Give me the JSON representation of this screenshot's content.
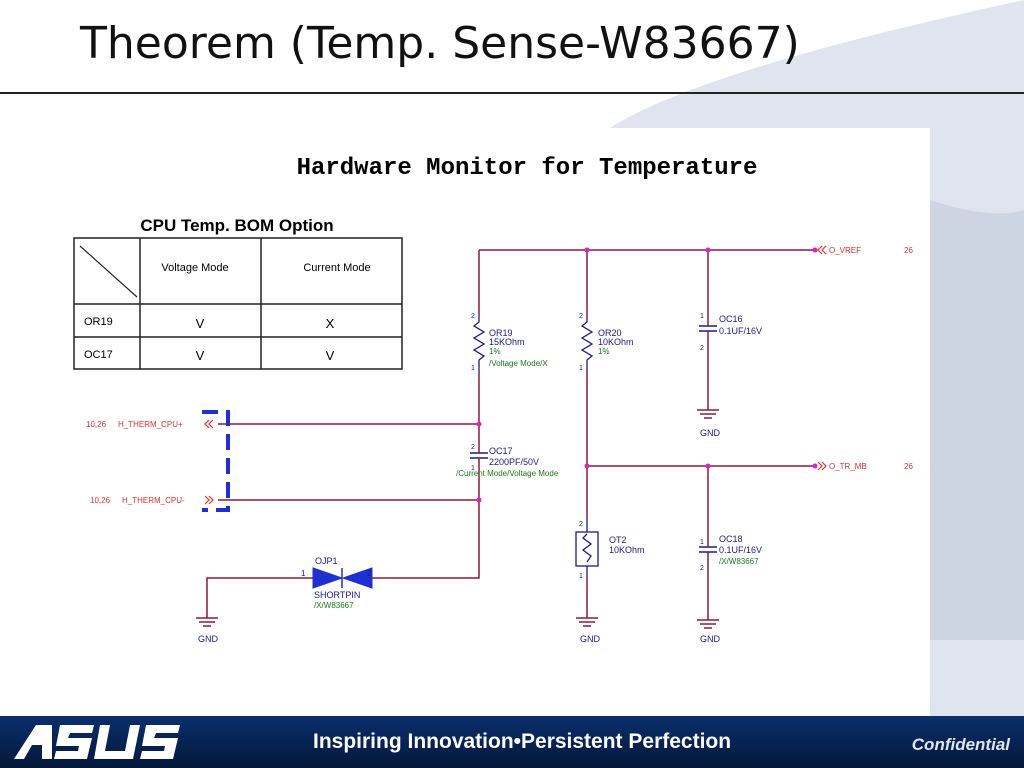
{
  "slide": {
    "title": "Theorem (Temp. Sense-W83667)"
  },
  "diagram": {
    "heading": "Hardware Monitor for Temperature",
    "bom_table": {
      "caption": "CPU Temp. BOM Option",
      "columns": [
        "Voltage Mode",
        "Current Mode"
      ],
      "rows": [
        {
          "ref": "OR19",
          "voltage": "V",
          "current": "X"
        },
        {
          "ref": "OC17",
          "voltage": "V",
          "current": "V"
        }
      ]
    },
    "nets": {
      "vref": {
        "name": "O_VREF",
        "page": "26"
      },
      "tr_mb": {
        "name": "O_TR_MB",
        "page": "26"
      },
      "therm_pos": {
        "name": "H_THERM_CPU+",
        "pages": "10,26"
      },
      "therm_neg": {
        "name": "H_THERM_CPU-",
        "pages": "10,26"
      },
      "gnd": "GND"
    },
    "components": {
      "or19": {
        "ref": "OR19",
        "value": "15KOhm",
        "tol": "1%",
        "note": "/Voltage Mode/X"
      },
      "or20": {
        "ref": "OR20",
        "value": "10KOhm",
        "tol": "1%"
      },
      "oc16": {
        "ref": "OC16",
        "value": "0.1UF/16V"
      },
      "oc17": {
        "ref": "OC17",
        "value": "2200PF/50V",
        "note": "/Current Mode/Voltage Mode"
      },
      "ot2": {
        "ref": "OT2",
        "value": "10KOhm"
      },
      "oc18": {
        "ref": "OC18",
        "value": "0.1UF/16V",
        "note": "/X/W83667"
      },
      "ojp1": {
        "ref": "OJP1",
        "value": "SHORTPIN",
        "note": "/X/W83667"
      }
    },
    "pin_labels": {
      "p1": "1",
      "p2": "2"
    },
    "colors": {
      "wire": "#8b1a3a",
      "node": "#e020c0",
      "ref_text": "#1a1a8a",
      "note_text": "#1a7a1a",
      "net_text": "#e03030",
      "highlight": "#1f2fd0"
    }
  },
  "footer": {
    "logo_text": "ASUS",
    "slogan": "Inspiring Innovation•Persistent Perfection",
    "confidential": "Confidential"
  }
}
